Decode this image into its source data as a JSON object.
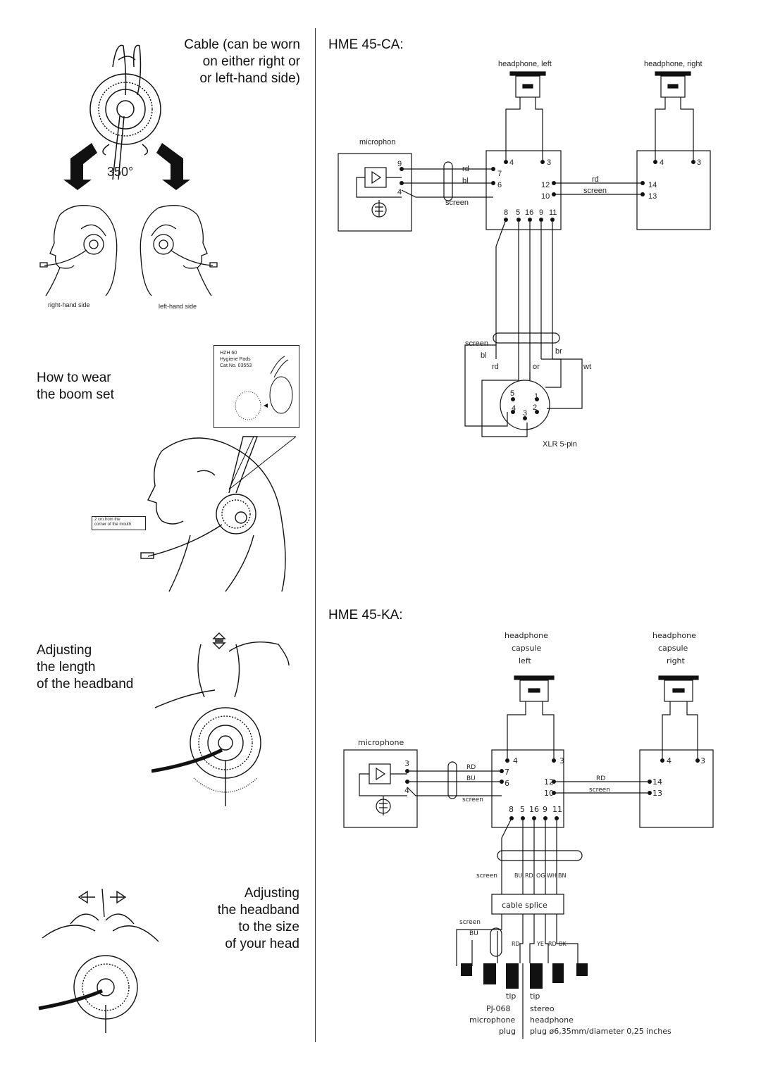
{
  "left": {
    "cable_title": [
      "Cable (can be  worn",
      "on either right or",
      "or left-hand side)"
    ],
    "rotation": "350°",
    "side_labels": {
      "right": "right-hand side",
      "left": "left-hand side"
    },
    "how_to_wear": [
      "How to wear",
      "the boom set"
    ],
    "pads_box": [
      "HZH 60",
      "Hygiene Pads",
      "Cat.No. 03553"
    ],
    "mouth_note": [
      "2 cm from the",
      "corner of the mouth"
    ],
    "adjust_length": [
      "Adjusting",
      "the length",
      "of the headband"
    ],
    "adjust_size": [
      "Adjusting",
      "the headband",
      "to the size",
      "of your head"
    ]
  },
  "ca": {
    "title": "HME 45-CA:",
    "hp_left": "headphone, left",
    "hp_right": "headphone, right",
    "mic": "microphon",
    "mic_pin_top": "9",
    "mic_pin_bottom": "4",
    "wire_rd": "rd",
    "wire_bl": "bl",
    "screen": "screen",
    "pin4": "4",
    "pin3": "3",
    "pin7": "7",
    "pin6": "6",
    "pin12": "12",
    "pin10": "10",
    "pin14": "14",
    "pin13": "13",
    "bottom_pins": [
      "8",
      "5",
      "16",
      "9",
      "11"
    ],
    "lower_screen": "screen",
    "lower_bl": "bl",
    "lower_rd": "rd",
    "lower_or": "or",
    "lower_br": "br",
    "lower_wt": "wt",
    "xlr_pins": [
      "5",
      "1",
      "4",
      "2",
      "3"
    ],
    "xlr": "XLR 5-pin"
  },
  "ka": {
    "title": "HME 45-KA:",
    "hp_left": [
      "headphone",
      "capsule",
      "left"
    ],
    "hp_right": [
      "headphone",
      "capsule",
      "right"
    ],
    "mic": "microphone",
    "mic_pin_top": "3",
    "mic_pin_bottom": "4",
    "wire_RD": "RD",
    "wire_BU": "BU",
    "screen": "screen",
    "pin4": "4",
    "pin3": "3",
    "pin7": "7",
    "pin6": "6",
    "pin12": "12",
    "pin10": "10",
    "pin14": "14",
    "pin13": "13",
    "bottom_pins": [
      "8",
      "5",
      "16",
      "9",
      "11"
    ],
    "cable_labels": [
      "screen",
      "BU",
      "RD",
      "OG",
      "WH",
      "BN"
    ],
    "splice": "cable  splice",
    "lower_screen": "screen",
    "lower_BU": "BU",
    "lower_RD": "RD",
    "lower_right": [
      "YE",
      "RD",
      "BK"
    ],
    "tip_left": "tip",
    "tip_right": "tip",
    "plug_left": [
      "PJ-068",
      "microphone",
      "plug"
    ],
    "plug_right": [
      "stereo",
      "headphone",
      "plug  ø6,35mm/diameter  0,25  inches"
    ]
  }
}
